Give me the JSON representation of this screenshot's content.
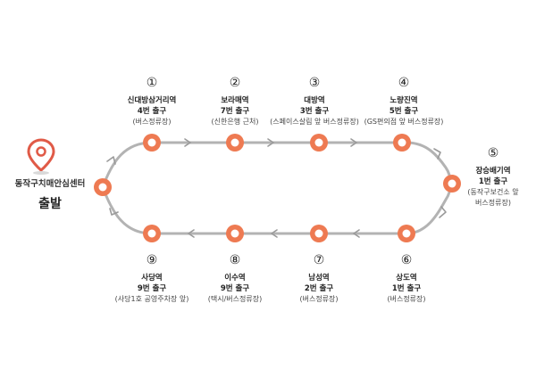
{
  "start": {
    "title": "동작구치매안심센터",
    "main": "출발"
  },
  "stops": [
    {
      "num": "①",
      "name": "신대방삼거리역",
      "exit": "4번 출구",
      "note": "(버스정류장)"
    },
    {
      "num": "②",
      "name": "보라매역",
      "exit": "7번 출구",
      "note": "(신한은행 근처)"
    },
    {
      "num": "③",
      "name": "대방역",
      "exit": "3번 출구",
      "note": "(스페이스살림 앞 버스정류장)"
    },
    {
      "num": "④",
      "name": "노량진역",
      "exit": "5번 출구",
      "note": "(GS편의점 앞 버스정류장)"
    },
    {
      "num": "⑤",
      "name": "장승배기역",
      "exit": "1번 출구",
      "note": "(동작구보건소 앞",
      "note2": "버스정류장)"
    },
    {
      "num": "⑥",
      "name": "상도역",
      "exit": "1번 출구",
      "note": "(버스정류장)"
    },
    {
      "num": "⑦",
      "name": "남성역",
      "exit": "2번 출구",
      "note": "(버스정류장)"
    },
    {
      "num": "⑧",
      "name": "이수역",
      "exit": "9번 출구",
      "note": "(택시/버스정류장)"
    },
    {
      "num": "⑨",
      "name": "사당역",
      "exit": "9번 출구",
      "note": "(사당1호 공영주차장 앞)"
    }
  ],
  "colors": {
    "track": "#b3b3b3",
    "node_outer": "#ee7a52",
    "node_inner": "#ffffff",
    "pin": "#e05a47"
  }
}
